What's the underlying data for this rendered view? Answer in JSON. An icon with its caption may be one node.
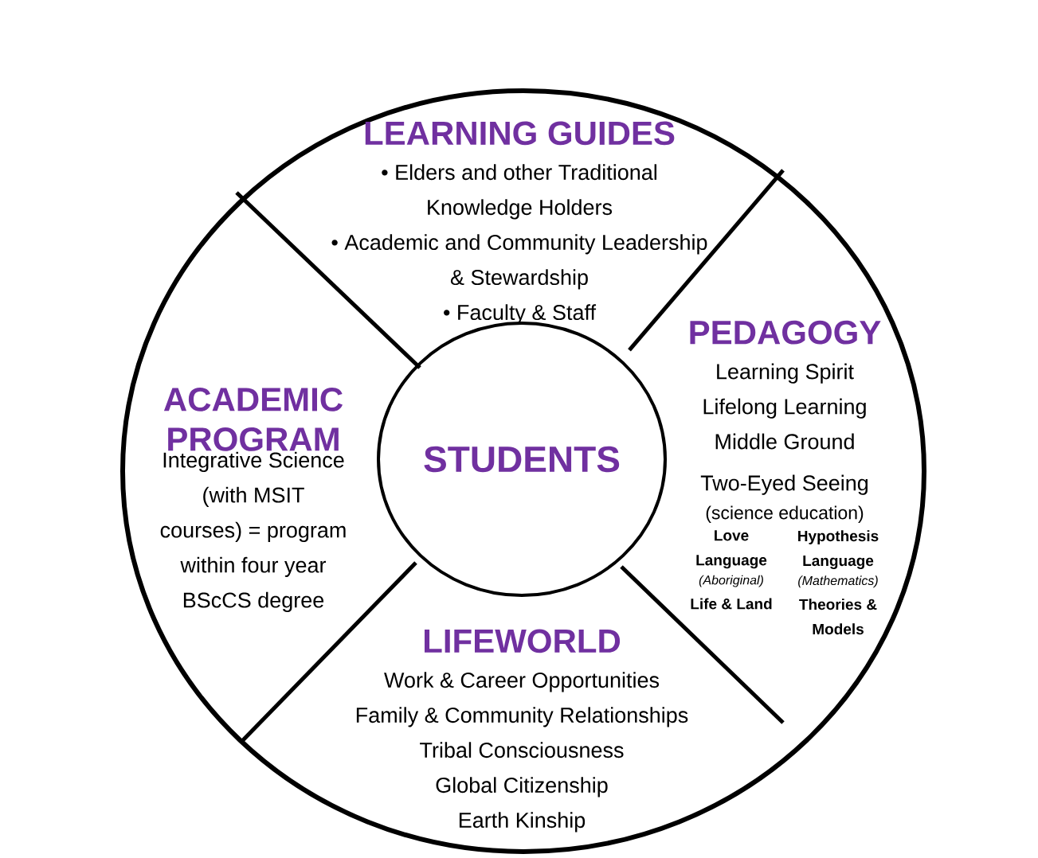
{
  "diagram": {
    "nodes": [
      {
        "text": [
          "LEARNING GUIDES",
          "• Elders and other Traditional Knowledge Holders",
          "• Academic and Community Leadership & Stewardship",
          "• Faculty & Staff"
        ]
      },
      {
        "text": [
          "ACADEMIC PROGRAM",
          "Integrative Science (with MSIT courses) = program within four year BScCS degree"
        ]
      },
      {
        "text": [
          "STUDENTS"
        ]
      },
      {
        "text": [
          "PEDAGOGY",
          "Learning Spirit",
          "Lifelong Learning",
          "Middle Ground",
          "Two-Eyed Seeing",
          "(science education)",
          "Love Language",
          "(Aboriginal)",
          "Life & Land",
          "Hypothesis Language",
          "(Mathematics)",
          "Theories & Models"
        ]
      },
      {
        "text": [
          "LIFEWORLD",
          "Work & Career Opportunities",
          "Family & Community Relationships",
          "Tribal Consciousness",
          "Global Citizenship",
          "Earth Kinship"
        ]
      }
    ]
  }
}
